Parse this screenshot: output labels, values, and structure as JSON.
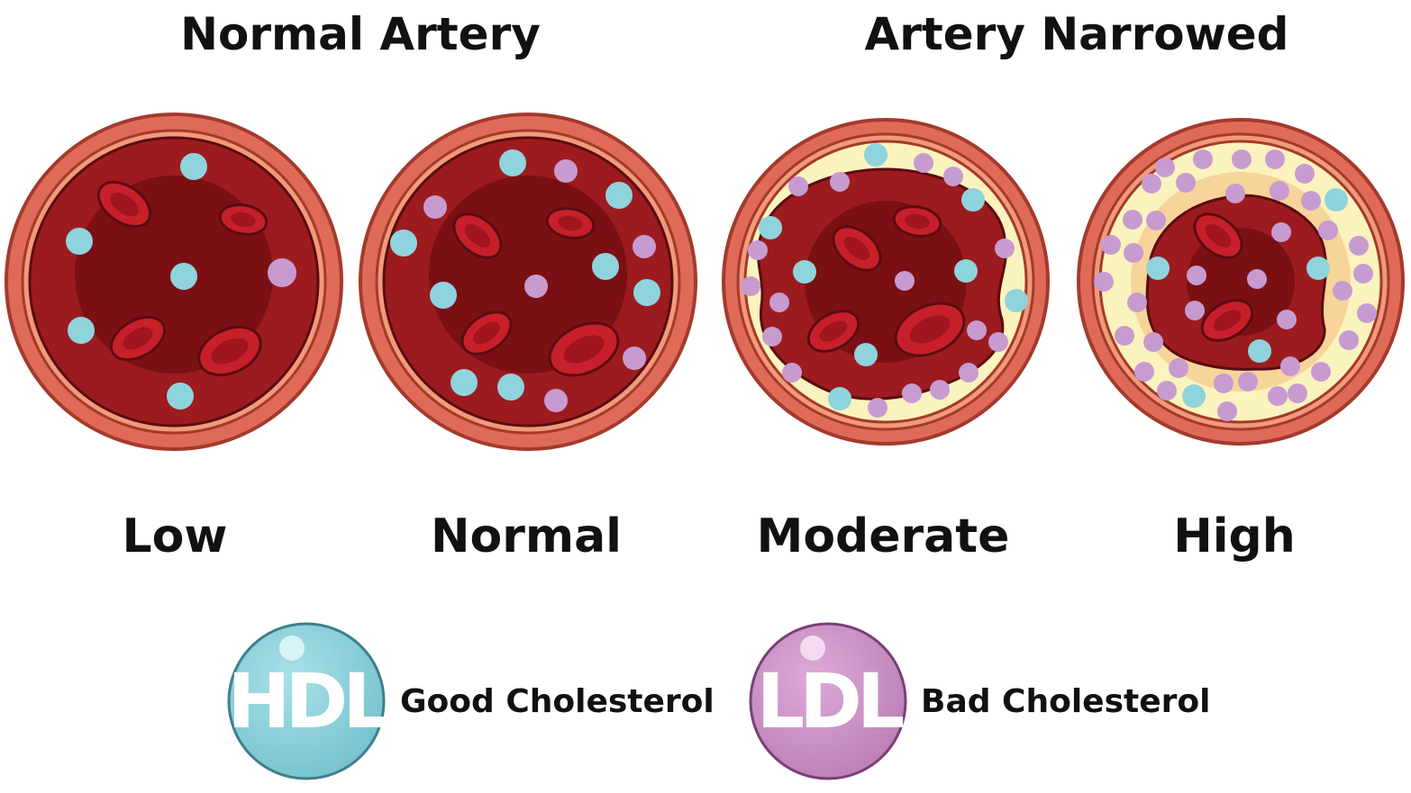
{
  "headings": {
    "normal_artery": "Normal Artery",
    "artery_narrowed": "Artery Narrowed"
  },
  "arteries": [
    {
      "id": "low",
      "label": "Low",
      "plaque": false
    },
    {
      "id": "normal",
      "label": "Normal",
      "plaque": false
    },
    {
      "id": "moderate",
      "label": "Moderate",
      "plaque": true
    },
    {
      "id": "high",
      "label": "High",
      "plaque": true
    }
  ],
  "legend": {
    "hdl": {
      "badge": "HDL",
      "label": "Good Cholesterol",
      "color": "#8fd3dd"
    },
    "ldl": {
      "badge": "LDL",
      "label": "Bad Cholesterol",
      "color": "#cf97c9"
    }
  },
  "colors": {
    "vessel_wall": "#e06a58",
    "vessel_inner": "#9c1b1f",
    "lumen": "#7b1014",
    "red_cell": "#c8202b",
    "plaque_yellow": "#fbf3bd",
    "plaque_orange": "#f7d49a",
    "hdl_particle": "#8fd3dd",
    "ldl_particle": "#c79bd0"
  }
}
